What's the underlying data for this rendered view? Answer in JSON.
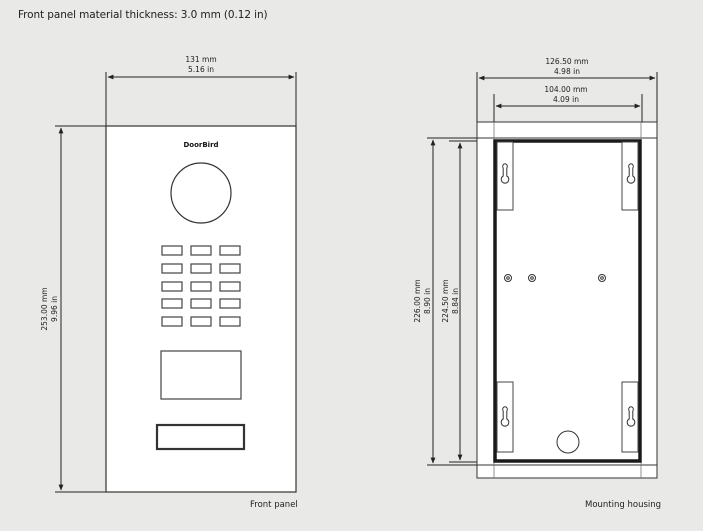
{
  "title": "Front panel material thickness: 3.0 mm (0.12 in)",
  "front_panel": {
    "caption": "Front panel",
    "brand": "DoorBird",
    "width_mm": "131 mm",
    "width_in": "5.16 in",
    "height_mm": "253.00 mm",
    "height_in": "9.96 in",
    "keypad": {
      "rows": 5,
      "cols": 3
    },
    "components": [
      "camera-lens",
      "keypad",
      "display",
      "nameplate"
    ]
  },
  "mounting_housing": {
    "caption": "Mounting housing",
    "outer_width_mm": "126.50 mm",
    "outer_width_in": "4.98 in",
    "inner_width_mm": "104.00 mm",
    "inner_width_in": "4.09 in",
    "outer_height_mm": "226.00 mm",
    "outer_height_in": "8.90 in",
    "inner_height_mm": "224.50 mm",
    "inner_height_in": "8.84 in",
    "keyhole_slots": 4,
    "screw_holes": 3,
    "cable_entry": 1
  },
  "colors": {
    "background": "#e9e9e8",
    "panel_fill": "#ffffff",
    "line": "#222222"
  }
}
